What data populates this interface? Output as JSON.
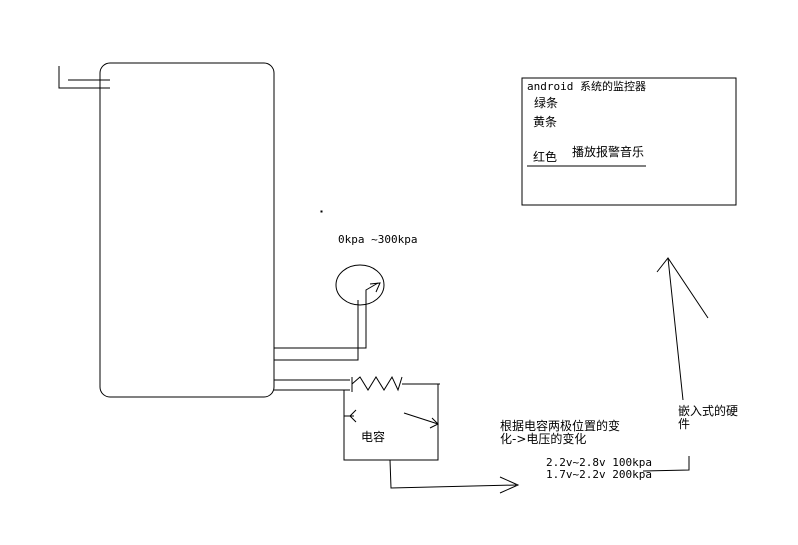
{
  "monitor": {
    "title": "android 系统的监控器",
    "green": "绿条",
    "yellow": "黄条",
    "red": "红色",
    "alarm": "播放报警音乐"
  },
  "gauge": {
    "range": "0kpa ~300kpa"
  },
  "capacitor": {
    "label": "电容"
  },
  "principle": {
    "line1": "根据电容两极位置的变",
    "line2": "化->电压的变化"
  },
  "voltage": {
    "line1": "2.2v~2.8v 100kpa",
    "line2": "1.7v~2.2v 200kpa"
  },
  "embedded": {
    "line1": "嵌入式的硬",
    "line2": "件"
  }
}
